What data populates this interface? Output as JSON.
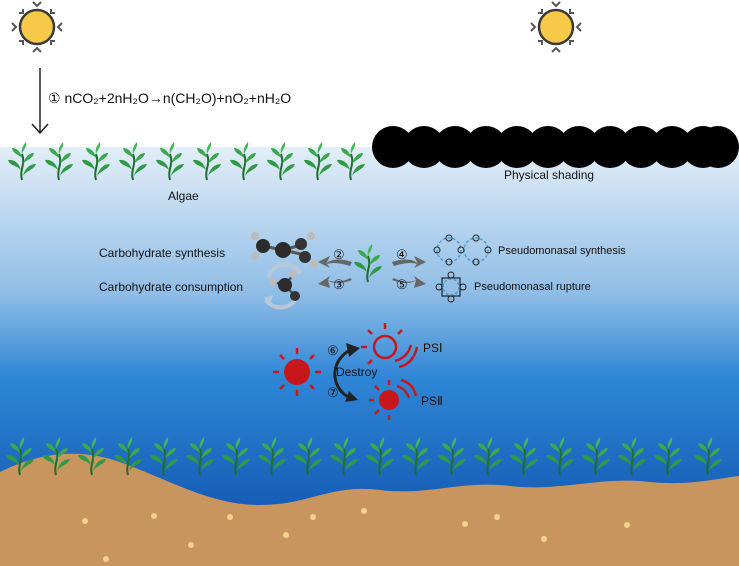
{
  "equation": "① nCO₂+2nH₂O→n(CH₂O)+nO₂+nH₂O",
  "labels": {
    "physical_shading": "Physical shading",
    "algae": "Algae",
    "carb_synthesis": "Carbohydrate synthesis",
    "carb_consumption": "Carbohydrate consumption",
    "pseudo_synthesis": "Pseudomonasal synthesis",
    "pseudo_rupture": "Pseudomonasal rupture",
    "destroy": "Destroy",
    "psi": "PSⅠ",
    "psii": "PSⅡ"
  },
  "markers": {
    "m2": "②",
    "m3": "③",
    "m4": "④",
    "m5": "⑤",
    "m6": "⑥",
    "m7": "⑦"
  },
  "colors": {
    "sun": "#f7c948",
    "water_top": "#dceaf6",
    "water_bottom": "#0a4fb0",
    "sediment": "#c9955e",
    "algae": "#2e8b3e",
    "shade_ball": "#000000",
    "ps_red": "#c8161d",
    "pseudo_blue": "#4a9fcf"
  }
}
